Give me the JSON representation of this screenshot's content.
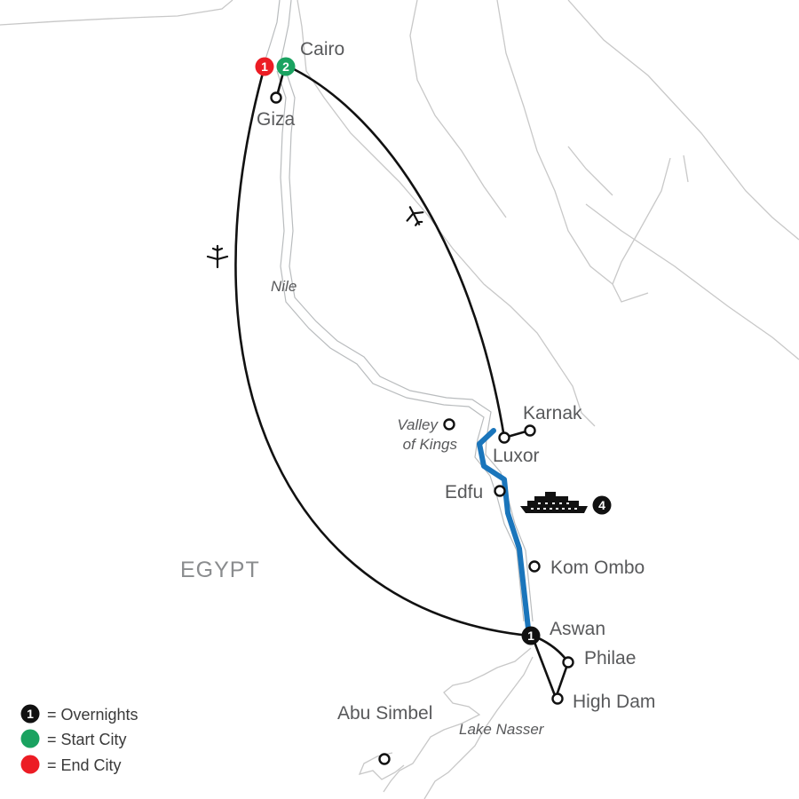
{
  "map": {
    "country_label": "EGYPT",
    "water_labels": {
      "nile": "Nile",
      "lake_nasser": "Lake Nasser"
    },
    "cities": {
      "cairo": "Cairo",
      "giza": "Giza",
      "valley_line1": "Valley",
      "valley_line2": "of Kings",
      "karnak": "Karnak",
      "luxor": "Luxor",
      "edfu": "Edfu",
      "kom_ombo": "Kom Ombo",
      "aswan": "Aswan",
      "philae": "Philae",
      "high_dam": "High Dam",
      "abu_simbel": "Abu Simbel"
    },
    "badges": {
      "cairo_end": "1",
      "cairo_start": "2",
      "aswan_overnights": "1",
      "cruise_overnights": "4"
    },
    "colors": {
      "start_city": "#1aa260",
      "end_city": "#ec1c24",
      "overnights": "#111111",
      "cruise_route": "#1a75bb",
      "air_route": "#111111"
    },
    "icons": [
      "airplane-icon",
      "airplane-icon",
      "cruise-ship-icon"
    ]
  },
  "legend": {
    "overnights_badge": "1",
    "overnights": "= Overnights",
    "start_city": "= Start City",
    "end_city": "= End City"
  }
}
